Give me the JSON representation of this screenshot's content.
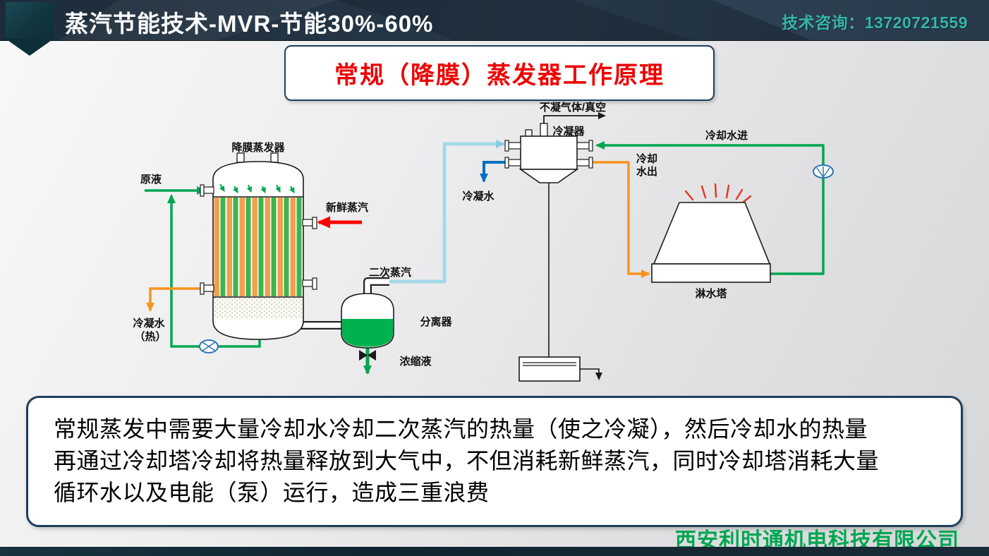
{
  "header": {
    "title": "蒸汽节能技术-MVR-节能30%-60%",
    "contact": "技术咨询：13720721559"
  },
  "slide_title": "常规（降膜）蒸发器工作原理",
  "diagram": {
    "evaporator": "降膜蒸发器",
    "raw_liquid": "原液",
    "fresh_steam": "新鲜蒸汽",
    "secondary_steam": "二次蒸汽",
    "condensate_hot_1": "冷凝水",
    "condensate_hot_2": "（热）",
    "separator": "分离器",
    "concentrate": "浓缩液",
    "condenser": "冷凝器",
    "vent": "不凝气体/真空",
    "condensate": "冷凝水",
    "cooling_in": "冷却水进",
    "cooling_out_1": "冷却",
    "cooling_out_2": "水出",
    "tower": "淋水塔"
  },
  "body": {
    "line1": "常规蒸发中需要大量冷却水冷却二次蒸汽的热量（使之冷凝），然后冷却水的热量",
    "line2": "再通过冷却塔冷却将热量释放到大气中，不但消耗新鲜蒸汽，同时冷却塔消耗大量",
    "line3": "循环水以及电能（泵）运行，造成三重浪费"
  },
  "footer": {
    "company": "西安利时通机电科技有限公司"
  },
  "colors": {
    "line_green": "#00a650",
    "line_orange": "#f7941d",
    "line_cyan": "#a5d9ea",
    "line_blue": "#0070c0",
    "steam_red": "#ff0000",
    "title_red": "#ee0000",
    "accent_teal": "#35b5a8",
    "company_green": "#00a651"
  }
}
